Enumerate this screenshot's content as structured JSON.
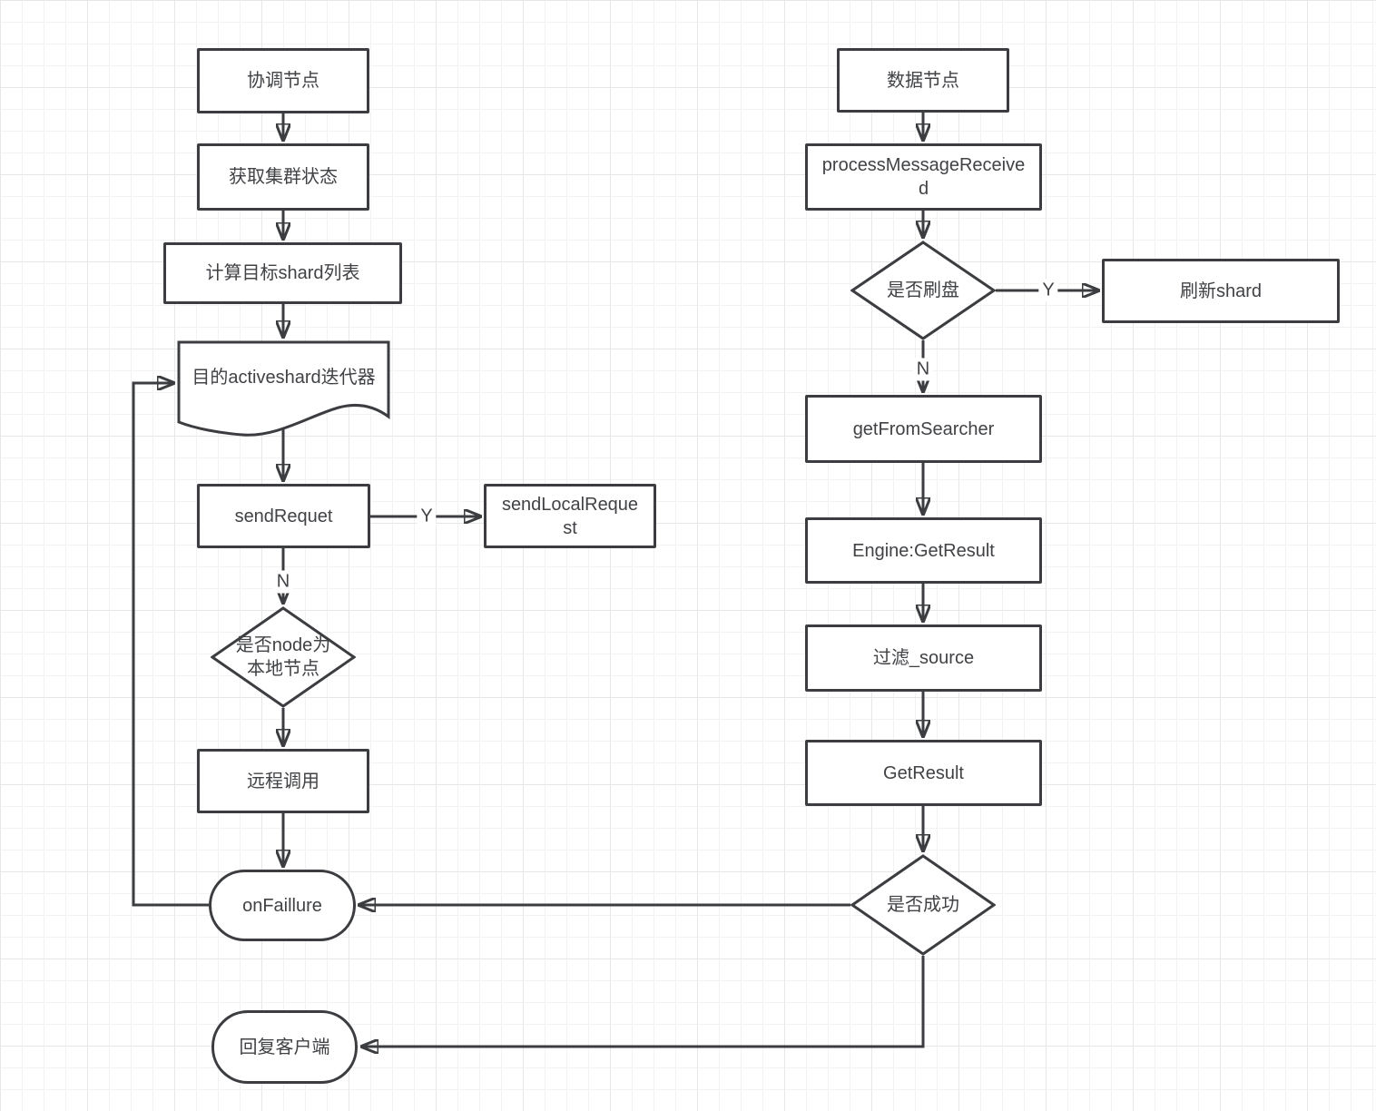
{
  "diagram": {
    "type": "flowchart",
    "nodes": {
      "coordinating_node": {
        "label": "协调节点",
        "shape": "rect"
      },
      "get_cluster_state": {
        "label": "获取集群状态",
        "shape": "rect"
      },
      "compute_target_shard_list": {
        "label": "计算目标shard列表",
        "shape": "rect"
      },
      "target_activeshard_iterator": {
        "label": "目的activeshard迭代器",
        "shape": "document"
      },
      "send_request": {
        "label": "sendRequet",
        "shape": "rect"
      },
      "send_local_request": {
        "label": "sendLocalRequest",
        "shape": "rect"
      },
      "is_node_local": {
        "label": "是否node为本地节点",
        "shape": "diamond"
      },
      "remote_call": {
        "label": "远程调用",
        "shape": "rect"
      },
      "on_failure": {
        "label": "onFaillure",
        "shape": "stadium"
      },
      "reply_client": {
        "label": "回复客户端",
        "shape": "stadium"
      },
      "data_node": {
        "label": "数据节点",
        "shape": "rect"
      },
      "process_message_received": {
        "label": "processMessageReceived",
        "shape": "rect"
      },
      "is_flush": {
        "label": "是否刷盘",
        "shape": "diamond"
      },
      "refresh_shard": {
        "label": "刷新shard",
        "shape": "rect"
      },
      "get_from_searcher": {
        "label": "getFromSearcher",
        "shape": "rect"
      },
      "engine_get_result": {
        "label": "Engine:GetResult",
        "shape": "rect"
      },
      "filter_source": {
        "label": "过滤_source",
        "shape": "rect"
      },
      "get_result": {
        "label": "GetResult",
        "shape": "rect"
      },
      "is_success": {
        "label": "是否成功",
        "shape": "diamond"
      }
    },
    "edges": [
      {
        "from": "coordinating_node",
        "to": "get_cluster_state",
        "label": ""
      },
      {
        "from": "get_cluster_state",
        "to": "compute_target_shard_list",
        "label": ""
      },
      {
        "from": "compute_target_shard_list",
        "to": "target_activeshard_iterator",
        "label": ""
      },
      {
        "from": "target_activeshard_iterator",
        "to": "send_request",
        "label": ""
      },
      {
        "from": "send_request",
        "to": "send_local_request",
        "label": "Y"
      },
      {
        "from": "send_request",
        "to": "is_node_local",
        "label": "N"
      },
      {
        "from": "is_node_local",
        "to": "remote_call",
        "label": ""
      },
      {
        "from": "remote_call",
        "to": "on_failure",
        "label": ""
      },
      {
        "from": "on_failure",
        "to": "target_activeshard_iterator",
        "label": ""
      },
      {
        "from": "data_node",
        "to": "process_message_received",
        "label": ""
      },
      {
        "from": "process_message_received",
        "to": "is_flush",
        "label": ""
      },
      {
        "from": "is_flush",
        "to": "refresh_shard",
        "label": "Y"
      },
      {
        "from": "is_flush",
        "to": "get_from_searcher",
        "label": "N"
      },
      {
        "from": "get_from_searcher",
        "to": "engine_get_result",
        "label": ""
      },
      {
        "from": "engine_get_result",
        "to": "filter_source",
        "label": ""
      },
      {
        "from": "filter_source",
        "to": "get_result",
        "label": ""
      },
      {
        "from": "get_result",
        "to": "is_success",
        "label": ""
      },
      {
        "from": "is_success",
        "to": "on_failure",
        "label": ""
      },
      {
        "from": "is_success",
        "to": "reply_client",
        "label": ""
      }
    ]
  },
  "colors": {
    "stroke": "#3b3d40",
    "node_fill": "#ffffff",
    "text": "#404245",
    "grid_minor": "#f2f2f2",
    "grid_major": "#e7e7e7",
    "canvas": "#ffffff"
  }
}
